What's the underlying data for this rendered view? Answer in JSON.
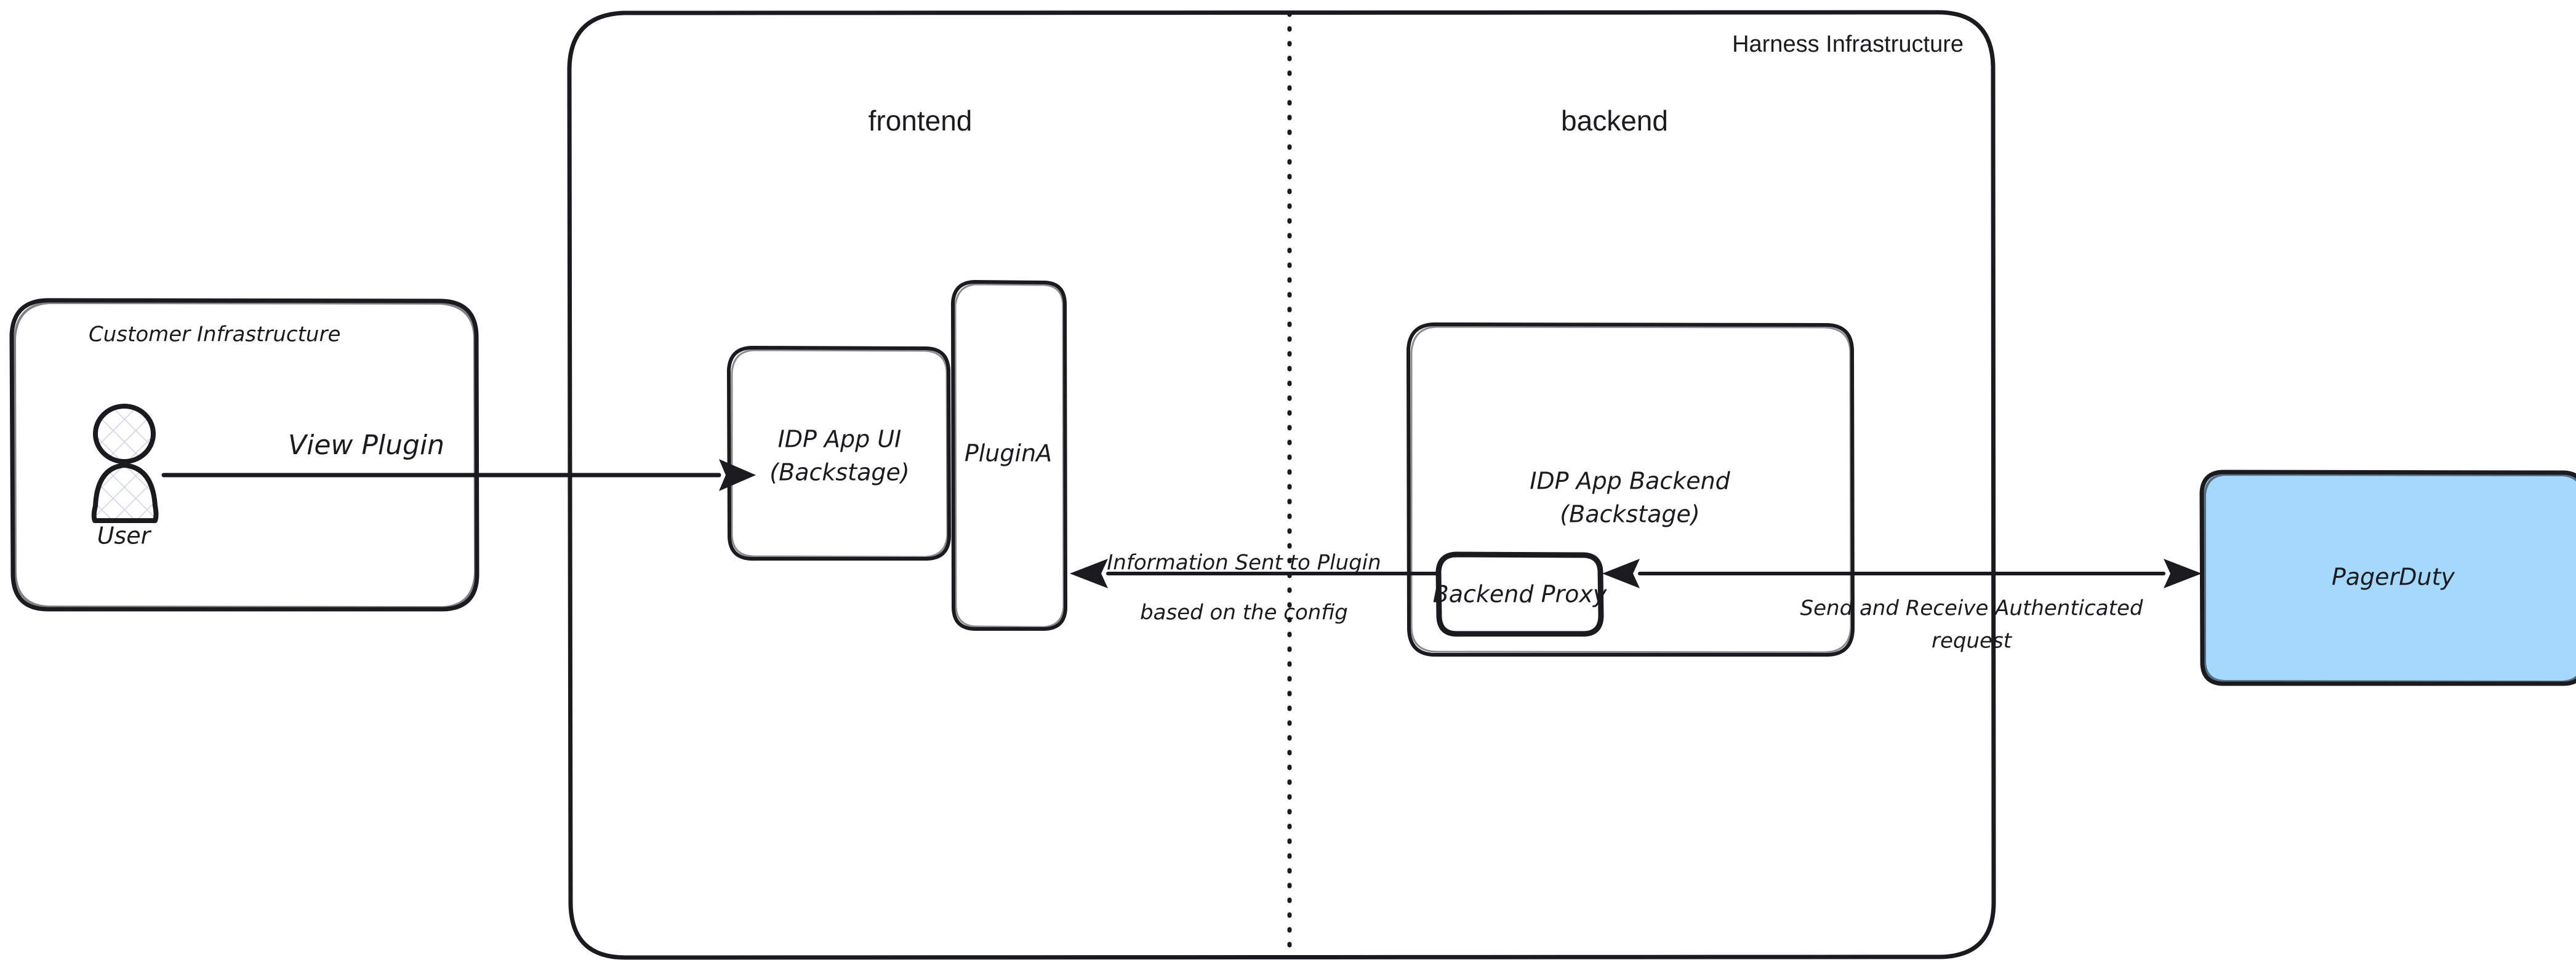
{
  "diagram": {
    "title_visible": false,
    "colors": {
      "stroke": "#1b1b1f",
      "background": "#ffffff",
      "pagerduty_fill": "#a5d8fd",
      "user_hatch": "#ced4e4"
    },
    "containers": {
      "customer_infrastructure": {
        "label": "Customer Infrastructure"
      },
      "harness_infrastructure": {
        "label": "Harness Infrastructure",
        "sections": [
          {
            "label": "frontend"
          },
          {
            "label": "backend"
          }
        ]
      }
    },
    "nodes": {
      "user": {
        "label": "User",
        "icon": "user-actor-icon"
      },
      "idp_app_ui": {
        "label_line1": "IDP App UI",
        "label_line2": "(Backstage)"
      },
      "plugin_a": {
        "label": "PluginA"
      },
      "idp_app_backend": {
        "label_line1": "IDP App Backend",
        "label_line2": "(Backstage)"
      },
      "backend_proxy": {
        "label": "Backend Proxy"
      },
      "pagerduty": {
        "label": "PagerDuty"
      }
    },
    "edges": [
      {
        "id": "user-to-ui",
        "label": "View Plugin",
        "from": "user",
        "to": "idp_app_ui",
        "direction": "right"
      },
      {
        "id": "proxy-to-plugin",
        "label_line1": "Information Sent to Plugin",
        "label_line2": "based on the config",
        "from": "backend_proxy",
        "to": "plugin_a",
        "direction": "left"
      },
      {
        "id": "proxy-to-pagerduty",
        "label_line1": "Send and Receive Authenticated",
        "label_line2": "request",
        "from": "backend_proxy",
        "to": "pagerduty",
        "direction": "both"
      }
    ]
  }
}
